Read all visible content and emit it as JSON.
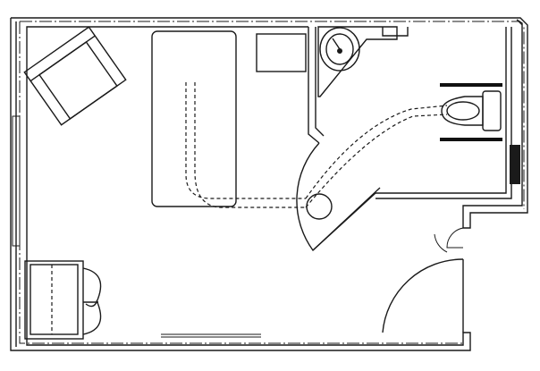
{
  "drawing": {
    "kind": "architectural-floor-plan",
    "line_color": "#1a1a1a",
    "background_color": "#ffffff"
  },
  "elements": {
    "armchair": "armchair",
    "bed": "bed",
    "nightstand": "nightstand",
    "sink": "sink",
    "toilet": "toilet",
    "grab_bars": "grab-bars",
    "wardrobe": "wardrobe",
    "entry_door": "entry-door",
    "bathroom_door": "bathroom-door",
    "patient_lift_track": "ceiling-lift-track"
  }
}
